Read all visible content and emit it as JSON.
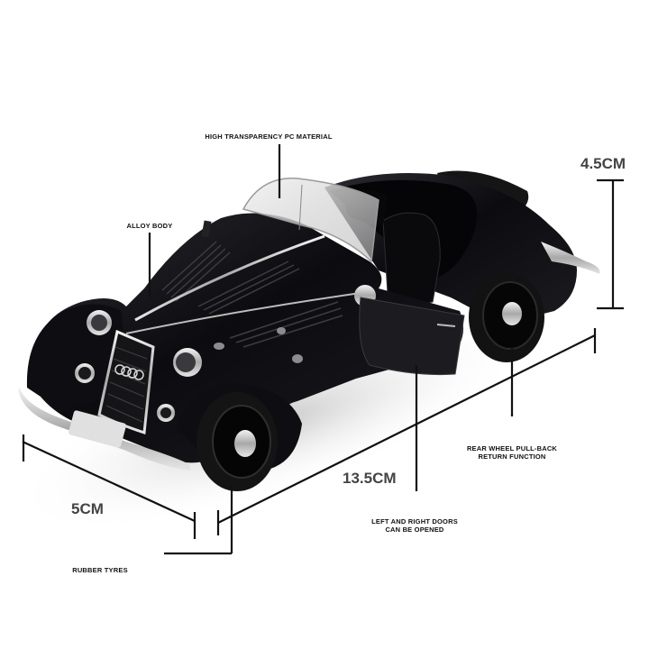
{
  "product": {
    "subject": "black vintage roadster die-cast model car",
    "colors": {
      "background": "#ffffff",
      "body": "#0d0d10",
      "chrome": "#d8d8d8",
      "annotation_line": "#111111",
      "label_text": "#111111",
      "dimension_text": "#444444"
    }
  },
  "labels": {
    "windshield": "HIGH TRANSPARENCY PC MATERIAL",
    "body": "ALLOY BODY",
    "rear_wheel_line1": "REAR WHEEL PULL-BACK",
    "rear_wheel_line2": "RETURN FUNCTION",
    "doors_line1": "LEFT AND RIGHT DOORS",
    "doors_line2": "CAN BE OPENED",
    "tyres": "RUBBER TYRES"
  },
  "dimensions": {
    "height": "4.5CM",
    "length": "13.5CM",
    "width": "5CM"
  }
}
